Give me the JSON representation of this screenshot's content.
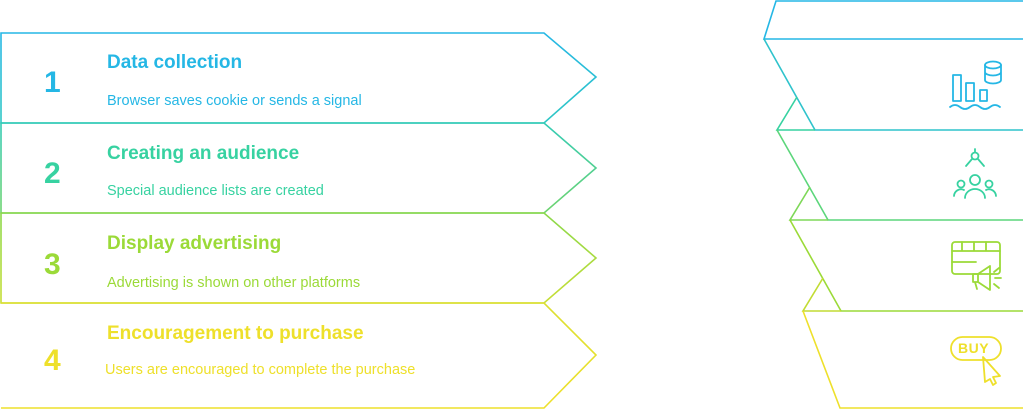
{
  "steps": [
    {
      "number": "1",
      "title": "Data collection",
      "description": "Browser saves cookie or sends a signal",
      "color": "#25B7E5",
      "icon": "database-chart-icon"
    },
    {
      "number": "2",
      "title": "Creating an audience",
      "description": "Special audience lists are created",
      "color": "#37D2A1",
      "icon": "audience-users-icon"
    },
    {
      "number": "3",
      "title": "Display advertising",
      "description": "Advertising is shown on other platforms",
      "color": "#9BDA38",
      "icon": "ad-megaphone-icon"
    },
    {
      "number": "4",
      "title": "Encouragement to purchase",
      "description": "Users are encouraged to complete the purchase",
      "color": "#EEE02B",
      "icon": "buy-button-icon"
    }
  ],
  "buy_icon_text": "BUY"
}
